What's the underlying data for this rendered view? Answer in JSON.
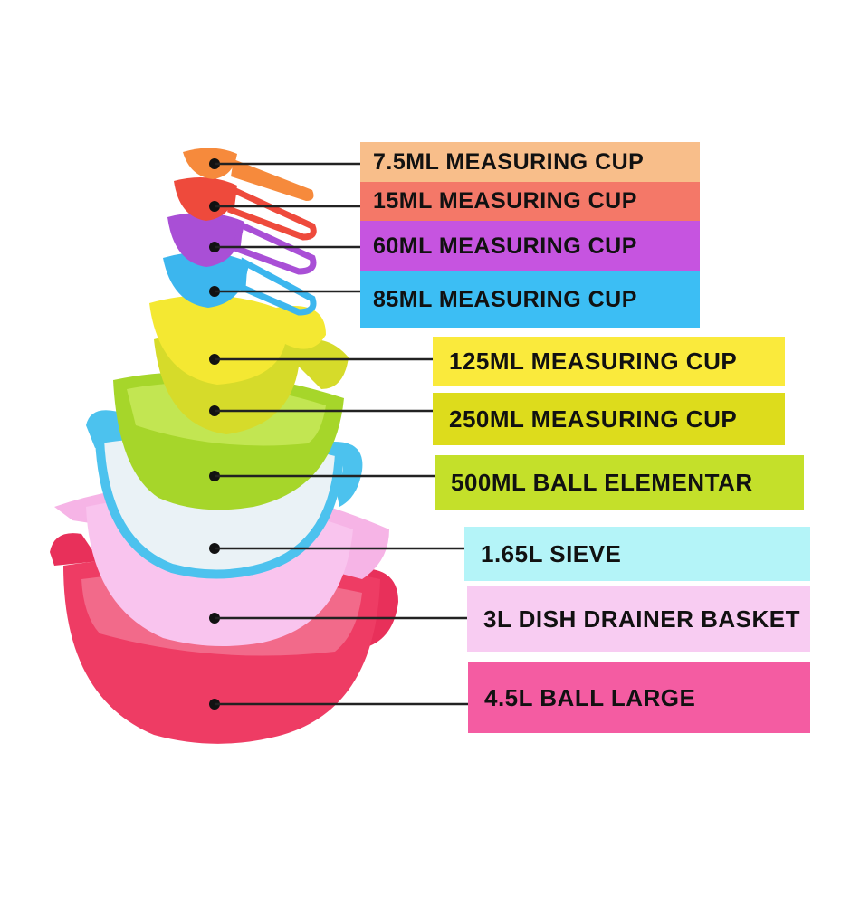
{
  "items": [
    {
      "label": "7.5ML MEASURING CUP",
      "color": "#F8BE8A"
    },
    {
      "label": "15ML MEASURING CUP",
      "color": "#F47868"
    },
    {
      "label": "60ML MEASURING CUP",
      "color": "#C654E0"
    },
    {
      "label": "85ML MEASURING CUP",
      "color": "#3CBEF4"
    },
    {
      "label": "125ML MEASURING CUP",
      "color": "#FAEA3C"
    },
    {
      "label": "250ML MEASURING CUP",
      "color": "#DDDC1C"
    },
    {
      "label": "500ML BALL ELEMENTAR",
      "color": "#C4E02A"
    },
    {
      "label": "1.65L SIEVE",
      "color": "#B4F4F8"
    },
    {
      "label": "3L DISH DRAINER BASKET",
      "color": "#F8CCF2"
    },
    {
      "label": "4.5L BALL LARGE",
      "color": "#F45CA2"
    }
  ]
}
